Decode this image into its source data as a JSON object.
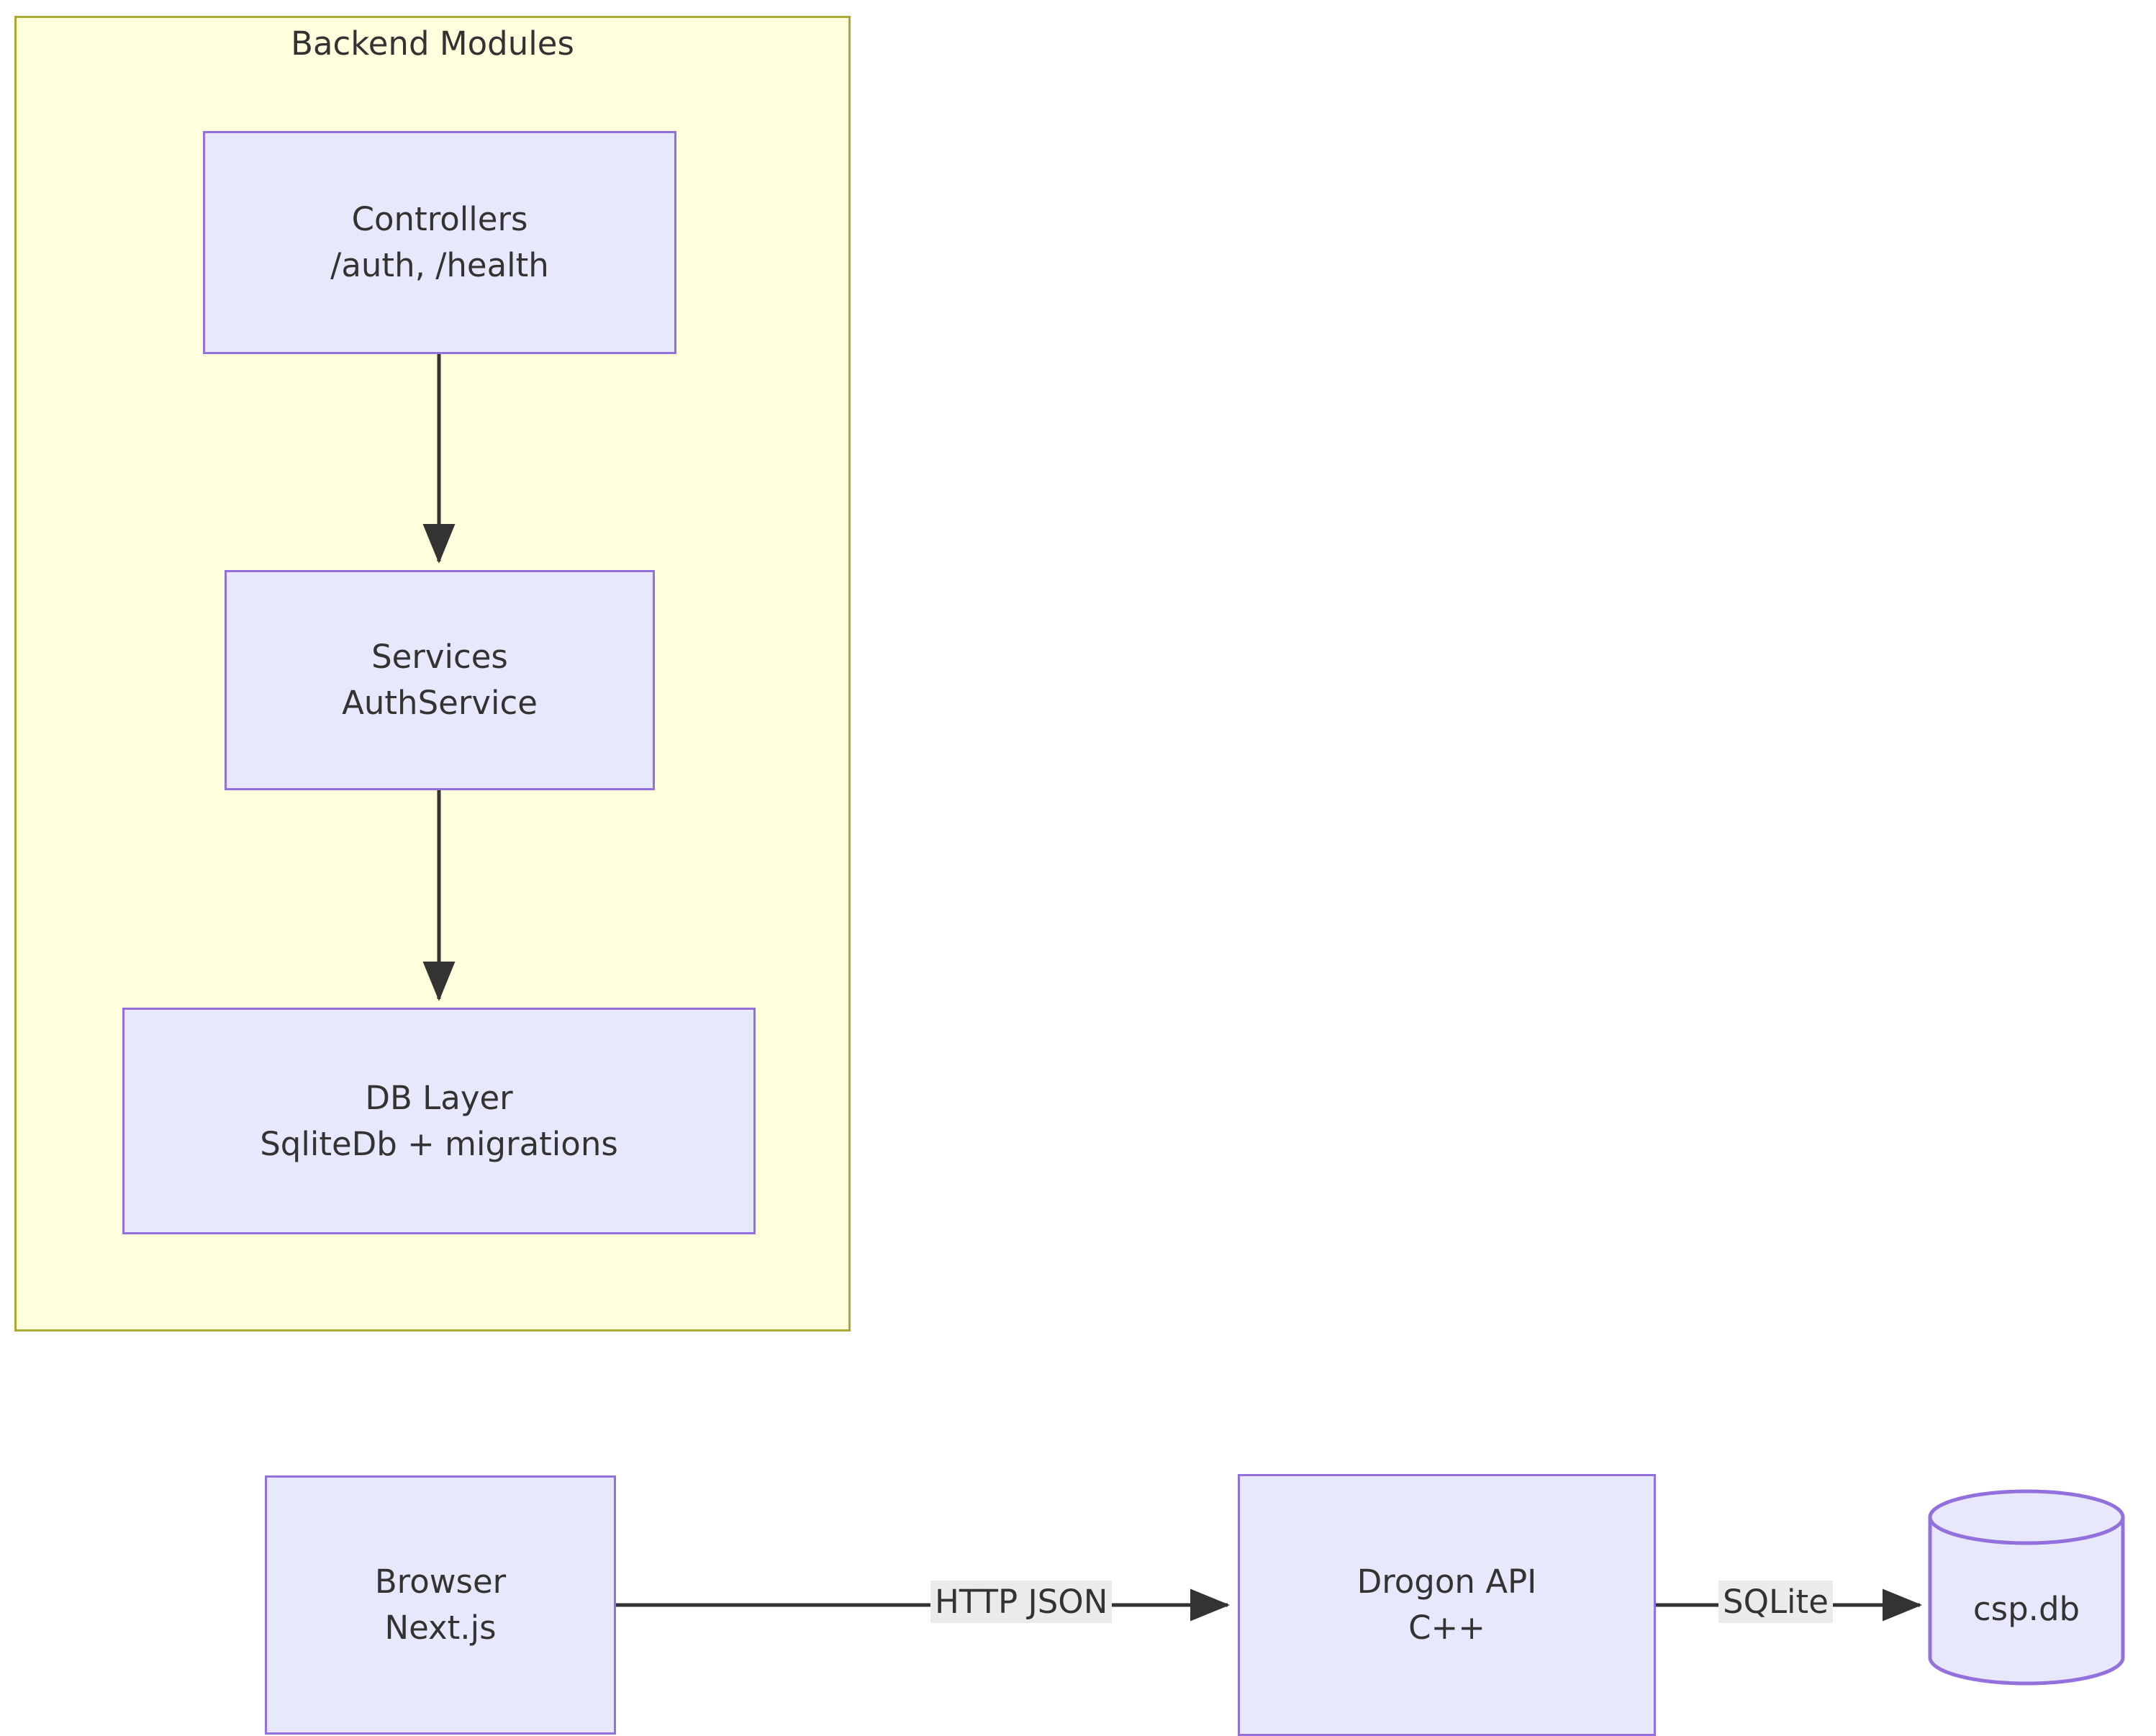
{
  "diagram": {
    "type": "flowchart",
    "cluster": {
      "id": "backend-modules",
      "title": "Backend Modules",
      "fill": "#ffffde",
      "stroke": "#aaaa33"
    },
    "node_style": {
      "fill": "#e8e8fc",
      "stroke": "#9370db",
      "text": "#333333"
    },
    "edge_style": {
      "stroke": "#333333",
      "label_bg": "#ebebeb"
    },
    "nodes": [
      {
        "id": "controllers",
        "shape": "rect",
        "line1": "Controllers",
        "line2": "/auth, /health",
        "group": "backend-modules"
      },
      {
        "id": "services",
        "shape": "rect",
        "line1": "Services",
        "line2": "AuthService",
        "group": "backend-modules"
      },
      {
        "id": "dblayer",
        "shape": "rect",
        "line1": "DB Layer",
        "line2": "SqliteDb + migrations",
        "group": "backend-modules"
      },
      {
        "id": "browser",
        "shape": "rect",
        "line1": "Browser",
        "line2": "Next.js",
        "group": null
      },
      {
        "id": "drogon",
        "shape": "rect",
        "line1": "Drogon API",
        "line2": "C++",
        "group": null
      },
      {
        "id": "cspdb",
        "shape": "cylinder",
        "line1": "csp.db",
        "line2": "",
        "group": null
      }
    ],
    "edges": [
      {
        "from": "controllers",
        "to": "services",
        "label": "",
        "direction": "down"
      },
      {
        "from": "services",
        "to": "dblayer",
        "label": "",
        "direction": "down"
      },
      {
        "from": "browser",
        "to": "drogon",
        "label": "HTTP JSON",
        "direction": "right"
      },
      {
        "from": "drogon",
        "to": "cspdb",
        "label": "SQLite",
        "direction": "right"
      }
    ]
  }
}
